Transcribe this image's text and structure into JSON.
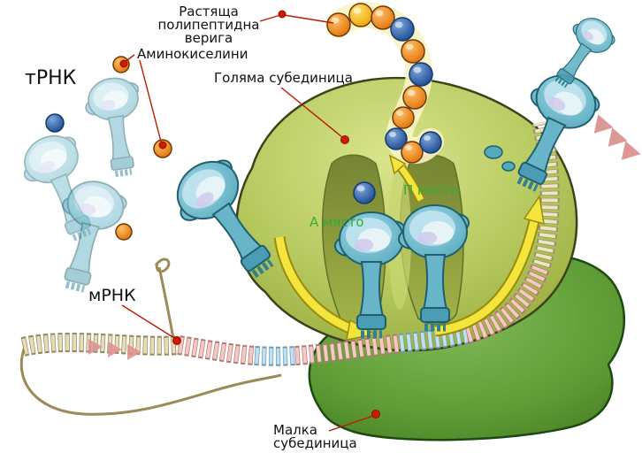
{
  "diagram": {
    "labels": {
      "growing_chain_line1": "Растяща",
      "growing_chain_line2": "полипептидна",
      "growing_chain_line3": "верига",
      "amino_acids": "Аминокиселини",
      "trna": "тРНК",
      "large_subunit": "Голяма субединица",
      "a_site": "А място",
      "p_site": "П място",
      "mrna": "мРНК",
      "small_subunit_line1": "Малка",
      "small_subunit_line2": "субединица"
    },
    "colors": {
      "large_subunit_fill": "#b6c95f",
      "large_subunit_stroke": "#3c421c",
      "small_subunit_fill": "#5f9c35",
      "small_subunit_stroke": "#1c4a10",
      "trna_teal": "#56a8bd",
      "trna_outline": "#1f5f6e",
      "bead_orange": "#e06f06",
      "bead_blue": "#16458e",
      "bead_yellow": "#eda500",
      "pointer_red": "#b71c00",
      "site_label_green": "#3aaa35",
      "arrow_yellow": "#f4e53c",
      "mrna_beige": "#e9dcb8",
      "mrna_pink": "#f6c9c4",
      "mrna_blue": "#bfe0ee",
      "chevron_pink": "#e09090"
    }
  }
}
